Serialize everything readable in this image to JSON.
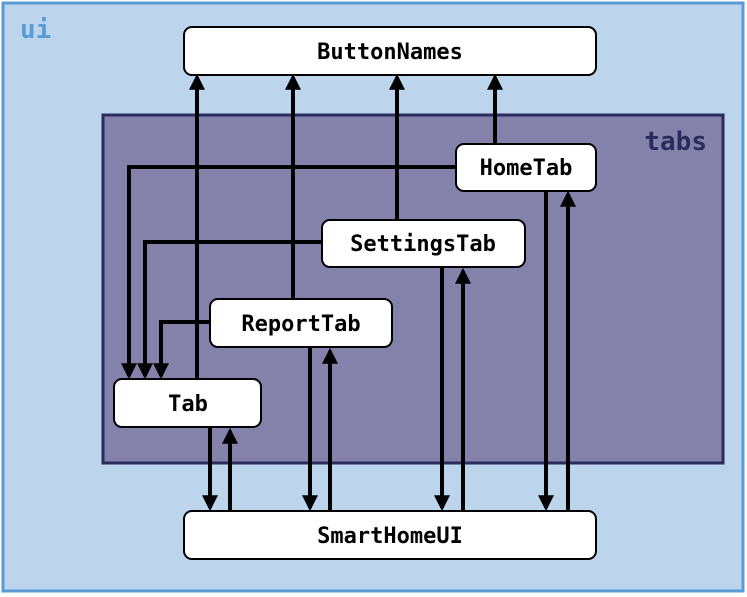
{
  "colors": {
    "ui_fill": "#bcd5ec",
    "ui_border": "#5b9bd5",
    "ui_label": "#5b9bd5",
    "tabs_fill": "#8481ab",
    "tabs_border": "#2c2c5c",
    "tabs_label": "#2c2c5c"
  },
  "groups": {
    "ui": {
      "label": "ui"
    },
    "tabs": {
      "label": "tabs"
    }
  },
  "nodes": {
    "button_names": {
      "label": "ButtonNames"
    },
    "home_tab": {
      "label": "HomeTab"
    },
    "settings_tab": {
      "label": "SettingsTab"
    },
    "report_tab": {
      "label": "ReportTab"
    },
    "tab": {
      "label": "Tab"
    },
    "smart_home_ui": {
      "label": "SmartHomeUI"
    }
  },
  "edges": [
    {
      "from": "HomeTab",
      "to": "ButtonNames"
    },
    {
      "from": "SettingsTab",
      "to": "ButtonNames"
    },
    {
      "from": "ReportTab",
      "to": "ButtonNames"
    },
    {
      "from": "Tab",
      "to": "ButtonNames"
    },
    {
      "from": "HomeTab",
      "to": "Tab"
    },
    {
      "from": "SettingsTab",
      "to": "Tab"
    },
    {
      "from": "ReportTab",
      "to": "Tab"
    },
    {
      "from": "Tab",
      "to": "SmartHomeUI"
    },
    {
      "from": "SmartHomeUI",
      "to": "Tab"
    },
    {
      "from": "ReportTab",
      "to": "SmartHomeUI"
    },
    {
      "from": "SmartHomeUI",
      "to": "ReportTab"
    },
    {
      "from": "SettingsTab",
      "to": "SmartHomeUI"
    },
    {
      "from": "SmartHomeUI",
      "to": "SettingsTab"
    },
    {
      "from": "HomeTab",
      "to": "SmartHomeUI"
    },
    {
      "from": "SmartHomeUI",
      "to": "HomeTab"
    }
  ]
}
